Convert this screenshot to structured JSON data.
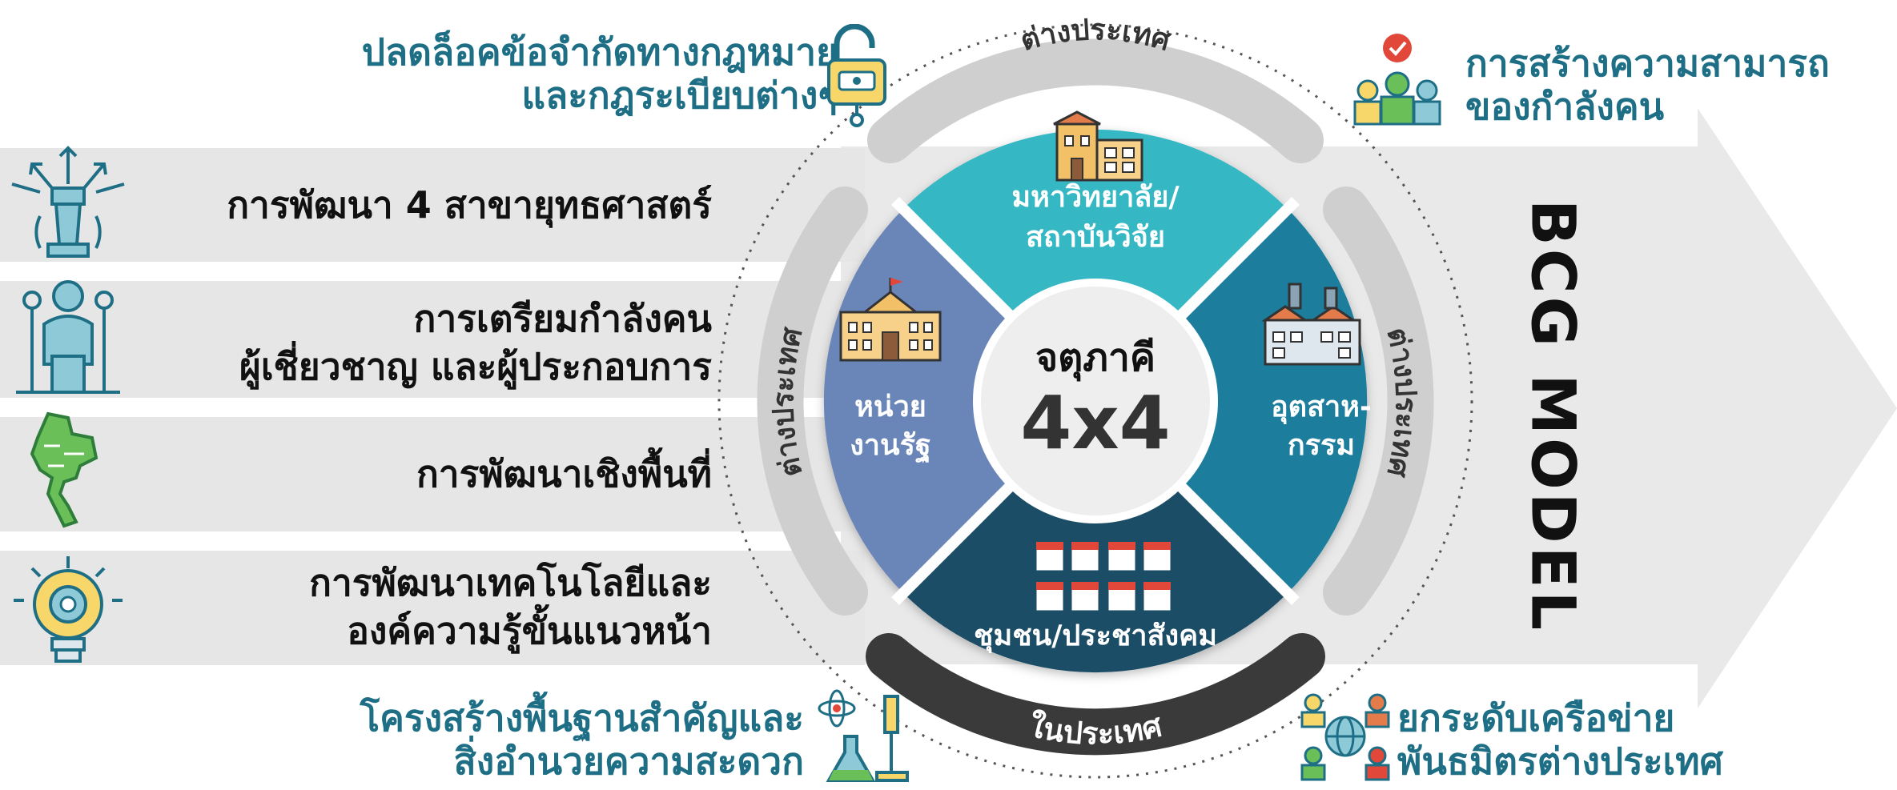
{
  "diagram": {
    "model_title": "BCG MODEL",
    "center": {
      "line1": "จตุภาคี",
      "line2": "4x4"
    },
    "quadrants": {
      "top": {
        "line1": "มหาวิทยาลัย/",
        "line2": "สถาบันวิจัย",
        "color": "#35b8c4"
      },
      "left": {
        "line1": "หน่วย",
        "line2": "งานรัฐ",
        "color": "#6a86b8"
      },
      "right": {
        "line1": "อุตสาห-",
        "line2": "กรรม",
        "color": "#1f7e9c"
      },
      "bottom": {
        "line1": "ชุมชน/ประชาสังคม",
        "color": "#1f4e66"
      }
    },
    "ring_labels": {
      "top": "ต่างประเทศ",
      "left": "ต่างประเทศ",
      "right": "ต่างประเทศ",
      "bottom": "ในประเทศ"
    },
    "left_rows": [
      {
        "lines": [
          "การพัฒนา 4 สาขายุทธศาสตร์"
        ],
        "icon": "strategy-chess-icon"
      },
      {
        "lines": [
          "การเตรียมกำลังคน",
          "ผู้เชี่ยวชาญ และผู้ประกอบการ"
        ],
        "icon": "workforce-people-icon"
      },
      {
        "lines": [
          "การพัฒนาเชิงพื้นที่"
        ],
        "icon": "thailand-map-icon"
      },
      {
        "lines": [
          "การพัฒนาเทคโนโลยีและ",
          "องค์ความรู้ขั้นแนวหน้า"
        ],
        "icon": "lightbulb-gear-icon"
      }
    ],
    "corner_items": {
      "top_left": {
        "lines": [
          "ปลดล็อคข้อจำกัดทางกฎหมาย",
          "และกฎระเบียบต่างๆ"
        ],
        "icon": "unlock-padlock-icon"
      },
      "top_right": {
        "lines": [
          "การสร้างความสามารถ",
          "ของกำลังคน"
        ],
        "icon": "team-capability-icon"
      },
      "bottom_left": {
        "lines": [
          "โครงสร้างพื้นฐานสำคัญและ",
          "สิ่งอำนวยความสะดวก"
        ],
        "icon": "lab-microscope-icon"
      },
      "bottom_right": {
        "lines": [
          "ยกระดับเครือข่าย",
          "พันธมิตรต่างประเทศ"
        ],
        "icon": "global-network-icon"
      }
    },
    "colors": {
      "teal_text": "#1e6f86",
      "band_gray": "#e6e6e6",
      "arrow_gray": "#e9e9e9",
      "ring_gray": "#cfcfcf",
      "ring_dark": "#3a3a3a"
    }
  }
}
